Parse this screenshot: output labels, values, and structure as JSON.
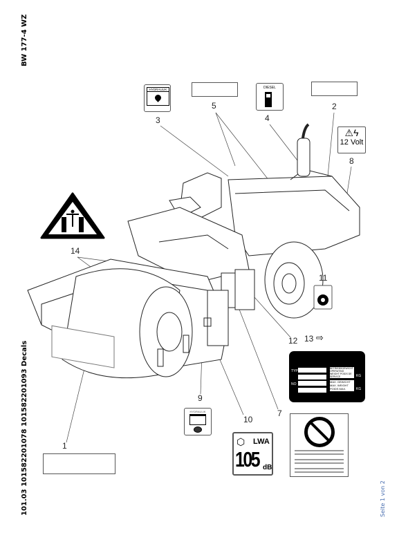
{
  "header": {
    "model": "BW 177-4 WZ"
  },
  "footer": {
    "doc_ref": "101.03 101582201078 101582201093 Decals",
    "page_info": "Seite 1 von 2"
  },
  "callouts": [
    "1",
    "2",
    "3",
    "4",
    "5",
    "7",
    "8",
    "9",
    "10",
    "11",
    "12",
    "13",
    "14"
  ],
  "decals": {
    "hydraulik_label": "HYDRAULIK",
    "diesel_label": "DIESEL",
    "volt_label": "12 Volt",
    "sound_level": "105",
    "sound_unit": "dB",
    "sound_symbol": "LWA",
    "plate": {
      "type": "TYPE",
      "no": "NO",
      "kg1": "KG",
      "kg2": "KG",
      "weight_text": "BETRIEBSGEWICHT OPERATING WEIGHT POIDS DE SERVICE",
      "max_text": "MAX. GEWICHT MAX. WEIGHT POIDS MAX."
    }
  },
  "icons": {
    "arrow_13": "arrow-right-icon"
  }
}
